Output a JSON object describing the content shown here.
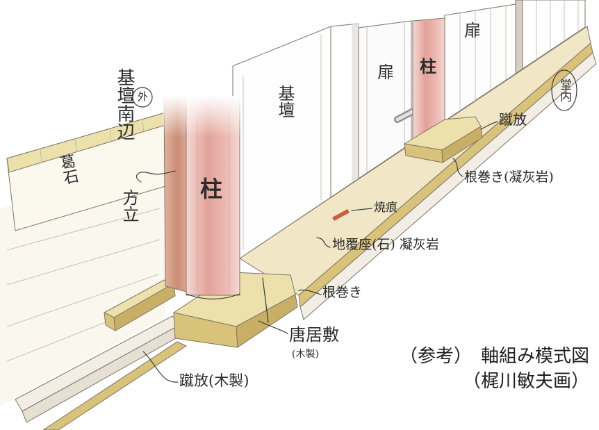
{
  "labels": {
    "kidan_nanpen": "基壇南辺",
    "soto": "外",
    "kuzuishi": "葛石",
    "horyu": "方立",
    "hashira_main": "柱",
    "kidan": "基壇",
    "tobira_1": "扉",
    "hashira_2": "柱",
    "tobira_2": "扉",
    "donai": "堂内",
    "kehanashi_right": "蹴放",
    "nemaki_gyokaigan": "根巻き(凝灰岩)",
    "shokon": "焼痕",
    "jifukuza": "地覆座(石) 凝灰岩",
    "nemaki": "根巻き",
    "karaijiki": "唐居敷",
    "mokusei": "(木製)",
    "kehanashi_front": "蹴放(木製)"
  },
  "caption": {
    "line1": "（参考）　軸組み模式図",
    "line2": "（梶川敏夫画）"
  },
  "colors": {
    "pillar_light": "#f5d8d2",
    "pillar_mid": "#e3a29a",
    "post": "#c98c74",
    "stone_top": "#ece0ab",
    "stone_front": "#d9c27a",
    "stone_side": "#c9ae66",
    "sill": "#f2eee6",
    "ink": "#3a3a3a",
    "burn_mark": "#c4643f"
  }
}
